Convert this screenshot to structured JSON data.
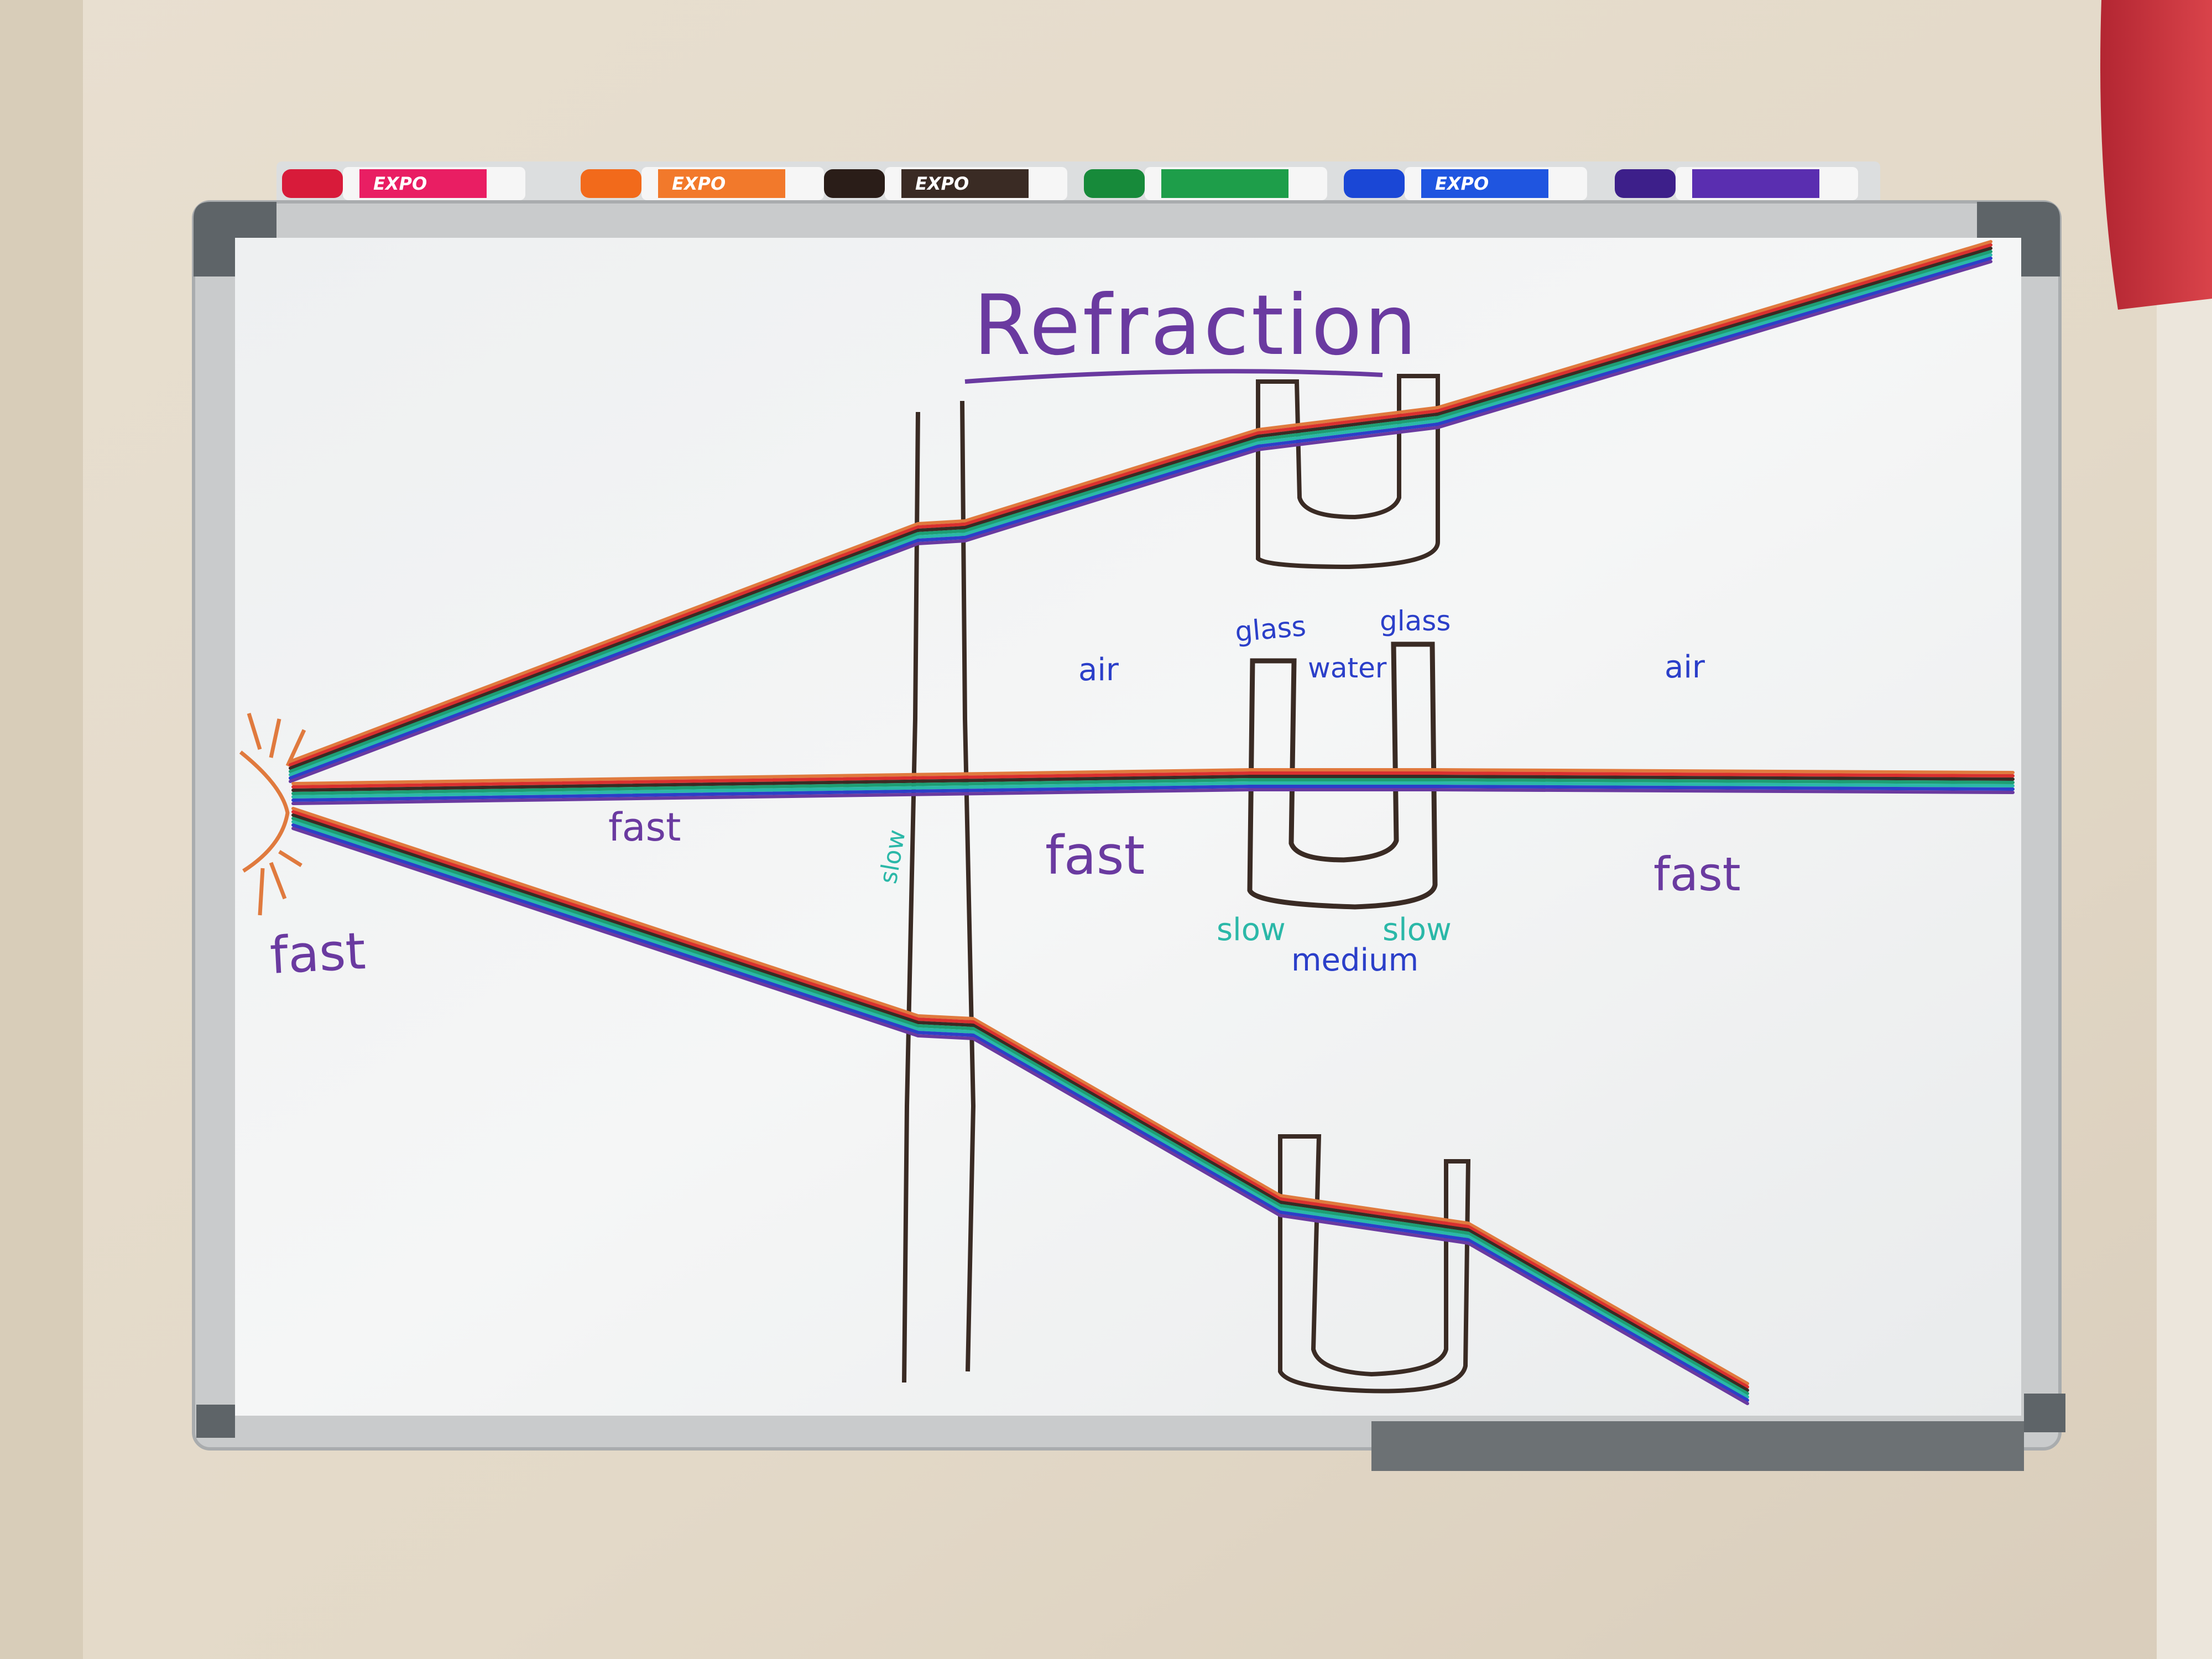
{
  "board": {
    "title": "Refraction",
    "labels": {
      "fast_source": "fast",
      "fast_left": "fast",
      "slow_pane": "slow",
      "fast_middle": "fast",
      "fast_right": "fast",
      "air_left": "air",
      "air_right": "air",
      "glass_left": "glass",
      "glass_right": "glass",
      "water": "water",
      "slow_left": "slow",
      "slow_right": "slow",
      "medium": "medium"
    },
    "marker_brand": "EXPO"
  },
  "colors": {
    "wall": "#e6dccd",
    "board": "#f3f4f4",
    "frame": "#c9cbcc",
    "corner": "#5e6468",
    "red": "#d9302f",
    "orange": "#e07a3e",
    "brown": "#3a2b24",
    "green": "#1e9e73",
    "teal": "#2bb8a8",
    "blue": "#2b3fc9",
    "purple": "#6a3aa0",
    "pink": "#e91e63",
    "curtain": "#c5303a"
  },
  "markers": [
    {
      "name": "pink-marker",
      "cap": "#d81b3a",
      "body_label": "#e91e63"
    },
    {
      "name": "orange-marker",
      "cap": "#f26a1b",
      "body_label": "#f2792b"
    },
    {
      "name": "black-marker",
      "cap": "#2a1d18",
      "body_label": "#3a2b24"
    },
    {
      "name": "green-marker",
      "cap": "#178a3a",
      "body_label": "#1e9e4a"
    },
    {
      "name": "blue-marker",
      "cap": "#1a47d6",
      "body_label": "#1f55e0"
    },
    {
      "name": "purple-marker",
      "cap": "#3d1f8a",
      "body_label": "#5a2eb0"
    }
  ]
}
